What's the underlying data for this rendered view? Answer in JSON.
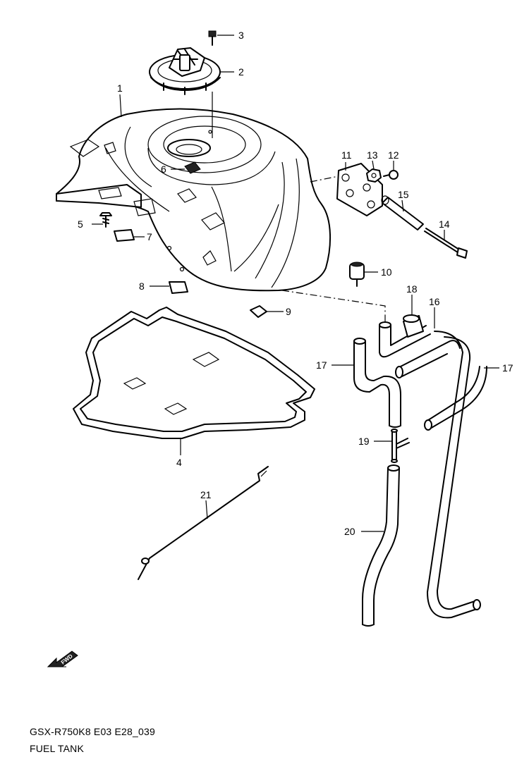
{
  "caption": {
    "code": "GSX-R750K8 E03 E28_039",
    "name": "FUEL TANK"
  },
  "fwd_badge": {
    "label": "FWD",
    "icon": "forward-arrow-icon"
  },
  "callouts": {
    "c1": "1",
    "c2": "2",
    "c3": "3",
    "c4": "4",
    "c5": "5",
    "c6": "6",
    "c7": "7",
    "c8": "8",
    "c9": "9",
    "c10": "10",
    "c11": "11",
    "c12": "12",
    "c13": "13",
    "c14": "14",
    "c15": "15",
    "c16": "16",
    "c17a": "17",
    "c17b": "17",
    "c18": "18",
    "c19": "19",
    "c20": "20",
    "c21": "21"
  }
}
